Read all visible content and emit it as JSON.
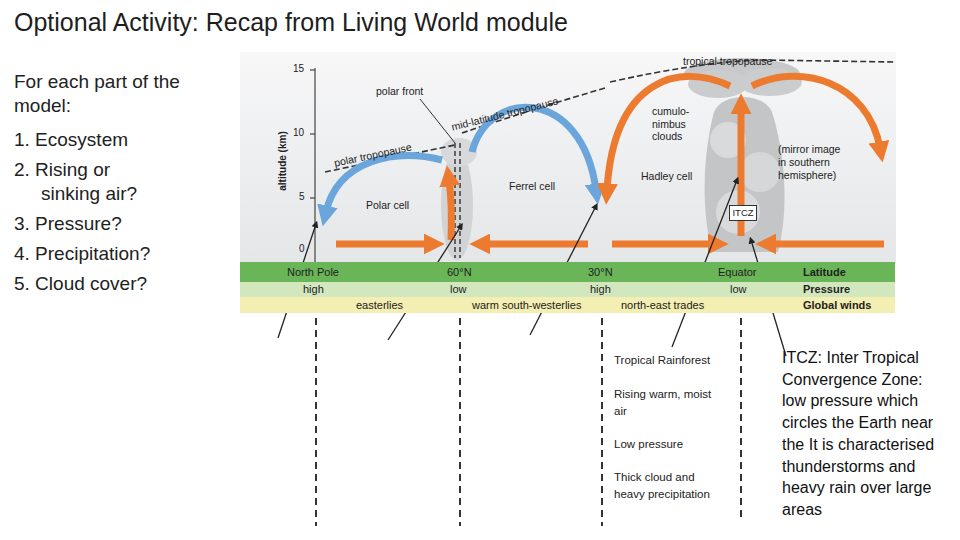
{
  "diagram": {
    "title": "Optional Activity: Recap from Living World module",
    "nodes": [
      {
        "text": [
          "North Pole",
          "60°N",
          "30°N",
          "Equator",
          "Latitude"
        ]
      },
      {
        "text": [
          "high",
          "low",
          "high",
          "low",
          "Pressure"
        ]
      },
      {
        "text": [
          "easterlies",
          "warm south-westerlies",
          "north-east trades",
          "Global winds"
        ]
      },
      {
        "text": [
          "ITCZ"
        ]
      }
    ],
    "labels": [
      "For each part of the model:",
      "1. Ecosystem",
      "2. Rising or sinking air?",
      "3. Pressure?",
      "4. Precipitation?",
      "5. Cloud cover?",
      "15",
      "10",
      "5",
      "0",
      "altitude (km)",
      "tropical tropopause",
      "polar front",
      "mid-latitude tropopause",
      "polar tropopause",
      "cumulo- nimbus clouds",
      "Ferrel cell",
      "Polar cell",
      "Hadley cell",
      "(mirror image in southern hemisphere)",
      "Tropical Rainforest",
      "Rising warm, moist air",
      "Low pressure",
      "Thick cloud and heavy precipitation",
      "ITCZ: Inter Tropical Convergence Zone: low pressure which circles the Earth near the It is characterised thunderstorms and heavy rain over large areas"
    ]
  }
}
